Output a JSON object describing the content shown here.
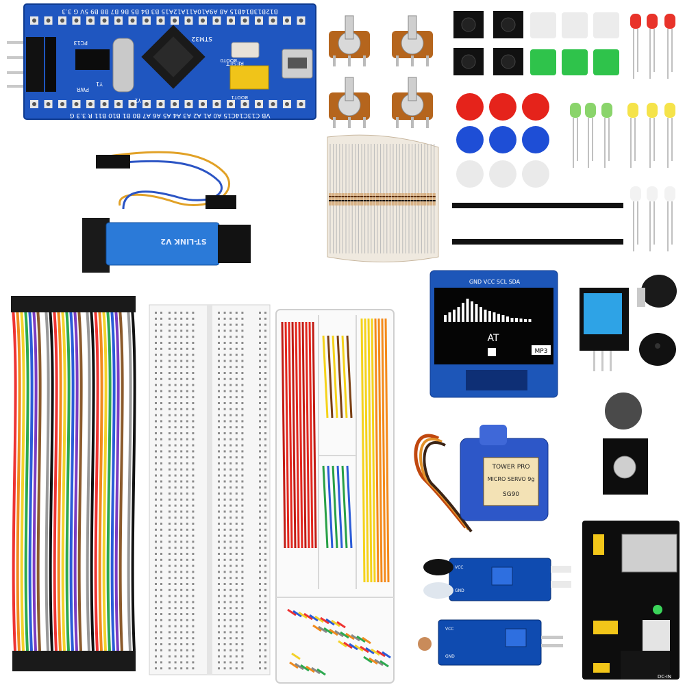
{
  "stm32_board": {
    "top_pins": "B12B13B14B15 A8 A9A10A11A12A15 B3 B4 B5 B6 B7 B8 B9 5V G 3.3",
    "bottom_pins": "VB C13C14C15 A0 A1 A2 A3 A4 A5 A6 A7 B0 B1 B10 B11 R 3.3 G",
    "chip_label": "STM32",
    "reset_label": "RESET",
    "boot0_label": "BOOT0",
    "boot1_label": "BOOT1",
    "pc13_label": "PC13",
    "pwr_label": "PWR",
    "y1_label": "Y1",
    "y2_label": "Y2"
  },
  "stlink": {
    "label": "ST-LINK V2"
  },
  "oled": {
    "header_pins": "GND VCC SCL SDA",
    "status_text": "AT",
    "mp3_label": "MP3"
  },
  "servo": {
    "brand": "TOWER PRO",
    "model": "MICRO SERVO 9g",
    "part": "SG90"
  },
  "sensor_ir": {
    "label_1": "VCC",
    "label_2": "GND"
  },
  "sensor_light": {
    "label_1": "VCC",
    "label_2": "GND"
  },
  "power_module": {
    "label": "DC-IN"
  },
  "colors": {
    "board_blue": "#1a4fb0",
    "pcb_black": "#111111",
    "breadboard": "#f3f3f3",
    "resistor_body": "#d8b184",
    "led_red": "#e8332a",
    "led_green": "#8ad46b",
    "led_yellow": "#f5e34a"
  }
}
